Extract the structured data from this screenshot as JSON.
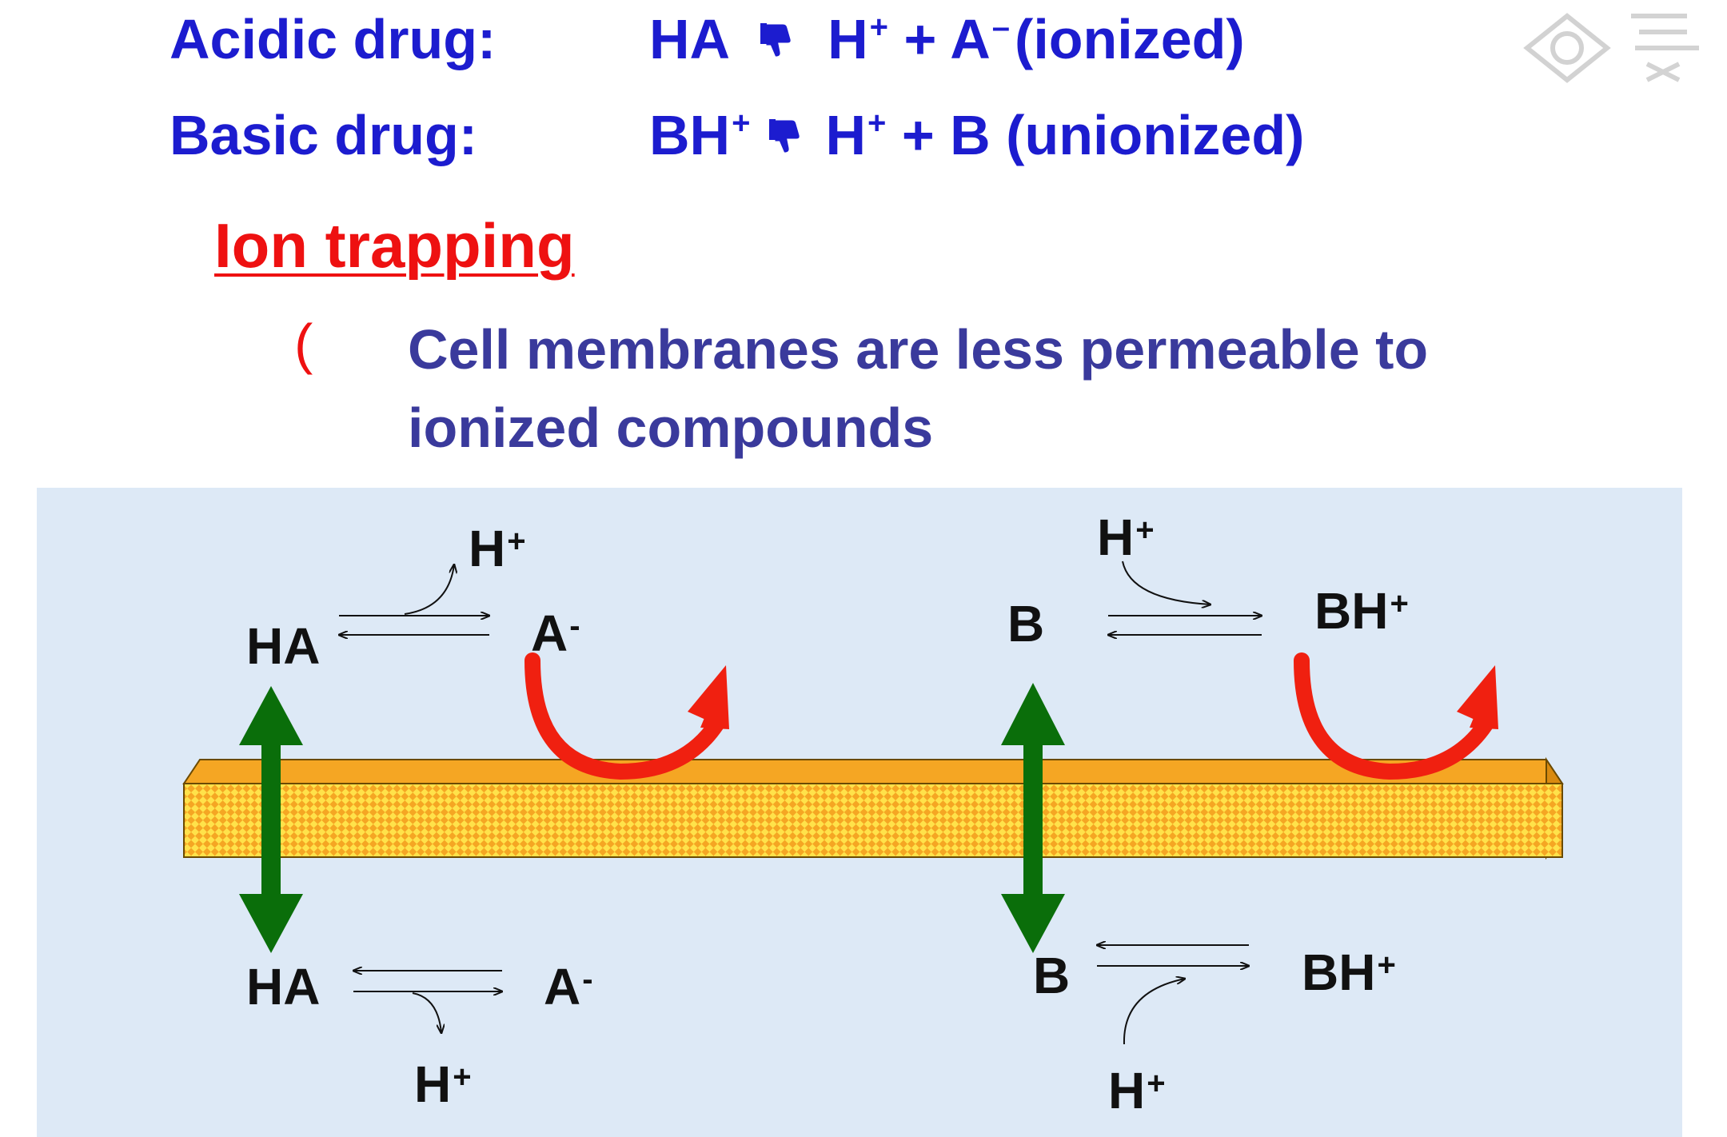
{
  "equations": {
    "acidic": {
      "label": "Acidic drug:",
      "lhs": "HA",
      "rhs_h": "H",
      "rhs_h_sup": "+",
      "rhs_plus": " + A",
      "rhs_a_sup": "–",
      "rhs_note": "(ionized)"
    },
    "basic": {
      "label": "Basic drug:",
      "lhs": "BH",
      "lhs_sup": "+",
      "rhs_h": "H",
      "rhs_h_sup": "+",
      "rhs_rest": " + B (unionized)"
    }
  },
  "section": {
    "title": "Ion trapping",
    "bullet_glyph": "(",
    "bullet_text": "Cell membranes are less permeable to ionized compounds"
  },
  "diagram": {
    "top_left": {
      "ha": "HA",
      "a": "A",
      "a_sup": "-",
      "h": "H",
      "h_sup": "+"
    },
    "top_right": {
      "b": "B",
      "bh": "BH",
      "bh_sup": "+",
      "h": "H",
      "h_sup": "+"
    },
    "bottom_left": {
      "ha": "HA",
      "a": "A",
      "a_sup": "-",
      "h": "H",
      "h_sup": "+"
    },
    "bottom_right": {
      "b": "B",
      "bh": "BH",
      "bh_sup": "+",
      "h": "H",
      "h_sup": "+"
    }
  },
  "colors": {
    "heading_blue": "#1c1ccf",
    "bullet_text": "#3a3a9c",
    "title_red": "#ee1111",
    "diagram_bg": "#dde9f6",
    "membrane_orange": "#f5a623",
    "membrane_pattern": "#ffe24a",
    "transport_arrow_green": "#0a6e0a",
    "blocked_arrow_red": "#f02010"
  },
  "icons": {
    "equilibrium_symbol": "thumbs-down-icon",
    "watermark": "watermark-logo"
  }
}
